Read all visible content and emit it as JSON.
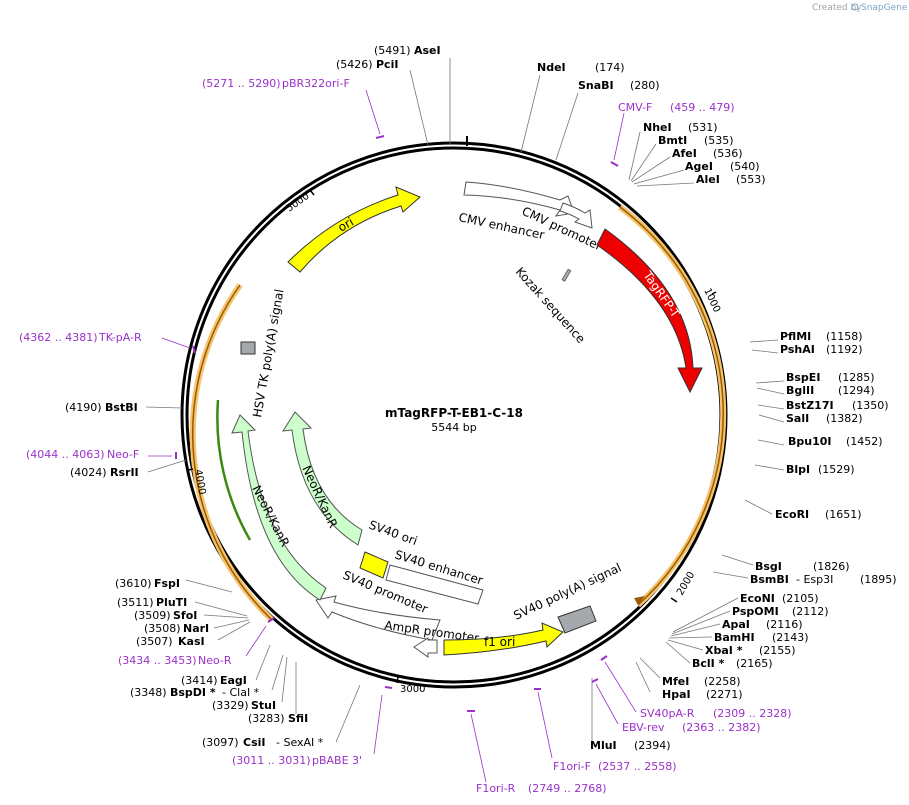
{
  "credit": {
    "created_by": "Created by",
    "brand": "SnapGene"
  },
  "plasmid": {
    "name": "mTagRFP-T-EB1-C-18",
    "size": "5544 bp"
  },
  "ticks": [
    "1000",
    "2000",
    "3000",
    "4000",
    "5000"
  ],
  "features": [
    {
      "id": "cmv-enhancer",
      "label": "CMV enhancer"
    },
    {
      "id": "cmv-promoter",
      "label": "CMV promoter"
    },
    {
      "id": "kozak",
      "label": "Kozak sequence"
    },
    {
      "id": "tagrfp",
      "label": "TagRFP-T"
    },
    {
      "id": "sv40-ori",
      "label": "SV40 ori"
    },
    {
      "id": "sv40-enhancer",
      "label": "SV40 enhancer"
    },
    {
      "id": "sv40-promoter",
      "label": "SV40 promoter"
    },
    {
      "id": "ampr-promoter",
      "label": "AmpR promoter"
    },
    {
      "id": "f1-ori",
      "label": "f1 ori"
    },
    {
      "id": "sv40-polya",
      "label": "SV40 poly(A) signal"
    },
    {
      "id": "neor-inner",
      "label": "NeoR/KanR"
    },
    {
      "id": "neor-outer",
      "label": "NeoR/KanR"
    },
    {
      "id": "hsv-tk",
      "label": "HSV TK poly(A) signal"
    },
    {
      "id": "ori",
      "label": "ori"
    }
  ],
  "sites": [
    {
      "name": "AseI",
      "pos": "(5491)",
      "note": ""
    },
    {
      "name": "PciI",
      "pos": "(5426)",
      "note": ""
    },
    {
      "name": "NdeI",
      "pos": "(174)",
      "note": ""
    },
    {
      "name": "SnaBI",
      "pos": "(280)",
      "note": ""
    },
    {
      "name": "NheI",
      "pos": "(531)",
      "note": ""
    },
    {
      "name": "BmtI",
      "pos": "(535)",
      "note": ""
    },
    {
      "name": "AfeI",
      "pos": "(536)",
      "note": ""
    },
    {
      "name": "AgeI",
      "pos": "(540)",
      "note": ""
    },
    {
      "name": "AleI",
      "pos": "(553)",
      "note": ""
    },
    {
      "name": "PflMI",
      "pos": "(1158)",
      "note": ""
    },
    {
      "name": "PshAI",
      "pos": "(1192)",
      "note": ""
    },
    {
      "name": "BspEI",
      "pos": "(1285)",
      "note": ""
    },
    {
      "name": "BglII",
      "pos": "(1294)",
      "note": ""
    },
    {
      "name": "BstZ17I",
      "pos": "(1350)",
      "note": ""
    },
    {
      "name": "SalI",
      "pos": "(1382)",
      "note": ""
    },
    {
      "name": "Bpu10I",
      "pos": "(1452)",
      "note": ""
    },
    {
      "name": "BlpI",
      "pos": "(1529)",
      "note": ""
    },
    {
      "name": "EcoRI",
      "pos": "(1651)",
      "note": ""
    },
    {
      "name": "BsgI",
      "pos": "(1826)",
      "note": ""
    },
    {
      "name": "BsmBI",
      "pos": "(1895)",
      "note": "- Esp3I"
    },
    {
      "name": "EcoNI",
      "pos": "(2105)",
      "note": ""
    },
    {
      "name": "PspOMI",
      "pos": "(2112)",
      "note": ""
    },
    {
      "name": "ApaI",
      "pos": "(2116)",
      "note": ""
    },
    {
      "name": "BamHI",
      "pos": "(2143)",
      "note": ""
    },
    {
      "name": "XbaI *",
      "pos": "(2155)",
      "note": ""
    },
    {
      "name": "BclI *",
      "pos": "(2165)",
      "note": ""
    },
    {
      "name": "MfeI",
      "pos": "(2258)",
      "note": ""
    },
    {
      "name": "HpaI",
      "pos": "(2271)",
      "note": ""
    },
    {
      "name": "MluI",
      "pos": "(2394)",
      "note": ""
    },
    {
      "name": "CsiI",
      "pos": "(3097)",
      "note": "- SexAI *"
    },
    {
      "name": "SfiI",
      "pos": "(3283)",
      "note": ""
    },
    {
      "name": "StuI",
      "pos": "(3329)",
      "note": ""
    },
    {
      "name": "BspDI *",
      "pos": "(3348)",
      "note": "- ClaI *"
    },
    {
      "name": "EagI",
      "pos": "(3414)",
      "note": ""
    },
    {
      "name": "KasI",
      "pos": "(3507)",
      "note": ""
    },
    {
      "name": "NarI",
      "pos": "(3508)",
      "note": ""
    },
    {
      "name": "SfoI",
      "pos": "(3509)",
      "note": ""
    },
    {
      "name": "PluTI",
      "pos": "(3511)",
      "note": ""
    },
    {
      "name": "FspI",
      "pos": "(3610)",
      "note": ""
    },
    {
      "name": "RsrII",
      "pos": "(4024)",
      "note": ""
    },
    {
      "name": "BstBI",
      "pos": "(4190)",
      "note": ""
    }
  ],
  "primers": [
    {
      "name": "pBR322ori-F",
      "range": "(5271 .. 5290)"
    },
    {
      "name": "CMV-F",
      "range": "(459 .. 479)"
    },
    {
      "name": "SV40pA-R",
      "range": "(2309 .. 2328)"
    },
    {
      "name": "EBV-rev",
      "range": "(2363 .. 2382)"
    },
    {
      "name": "F1ori-F",
      "range": "(2537 .. 2558)"
    },
    {
      "name": "F1ori-R",
      "range": "(2749 .. 2768)"
    },
    {
      "name": "pBABE 3'",
      "range": "(3011 .. 3031)"
    },
    {
      "name": "Neo-R",
      "range": "(3434 .. 3453)"
    },
    {
      "name": "Neo-F",
      "range": "(4044 .. 4063)"
    },
    {
      "name": "TK-pA-R",
      "range": "(4362 .. 4381)"
    }
  ]
}
